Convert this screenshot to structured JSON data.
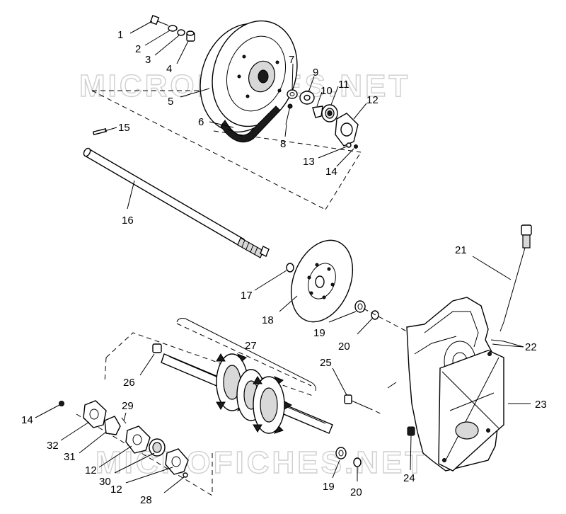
{
  "watermark": "MICROFICHES.NET",
  "callouts": [
    "1",
    "2",
    "3",
    "4",
    "5",
    "6",
    "7",
    "8",
    "9",
    "10",
    "11",
    "12",
    "13",
    "14",
    "15",
    "16",
    "17",
    "18",
    "19",
    "20",
    "21",
    "22",
    "23",
    "24",
    "25",
    "26",
    "27",
    "28",
    "29",
    "30",
    "31",
    "32"
  ],
  "repeat_callouts": {
    "12b": "12",
    "14b": "14",
    "19b": "19",
    "20b": "20"
  }
}
